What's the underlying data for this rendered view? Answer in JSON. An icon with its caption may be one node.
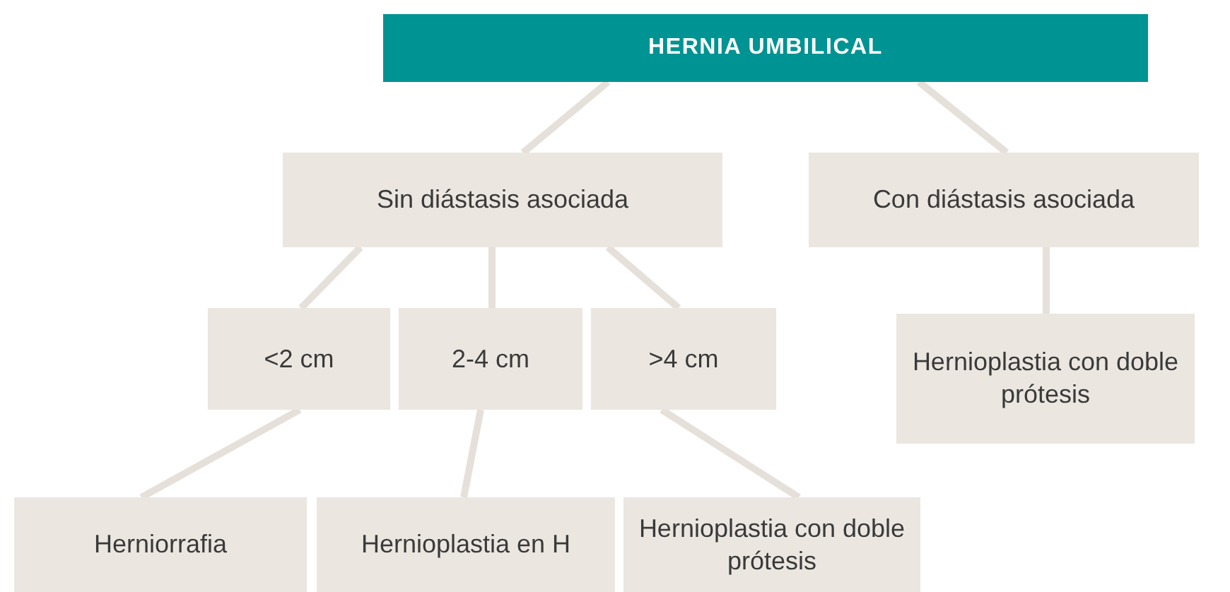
{
  "diagram": {
    "nodes": [
      {
        "text": [
          "HERNIA UMBILICAL"
        ]
      },
      {
        "text": [
          "Sin diástasis asociada"
        ]
      },
      {
        "text": [
          "Con diástasis asociada"
        ]
      },
      {
        "text": [
          "<2 cm"
        ]
      },
      {
        "text": [
          "2-4 cm"
        ]
      },
      {
        "text": [
          ">4 cm"
        ]
      },
      {
        "text": [
          "Hernioplastia con doble prótesis"
        ]
      },
      {
        "text": [
          "Herniorrafia"
        ]
      },
      {
        "text": [
          "Hernioplastia en H"
        ]
      },
      {
        "text": [
          "Hernioplastia con doble prótesis"
        ]
      }
    ],
    "edges": [
      {
        "from": 0,
        "to": 1,
        "arrow": "none"
      },
      {
        "from": 0,
        "to": 2,
        "arrow": "none"
      },
      {
        "from": 1,
        "to": 3,
        "arrow": "none"
      },
      {
        "from": 1,
        "to": 4,
        "arrow": "none"
      },
      {
        "from": 1,
        "to": 5,
        "arrow": "none"
      },
      {
        "from": 2,
        "to": 6,
        "arrow": "none"
      },
      {
        "from": 3,
        "to": 7,
        "arrow": "none"
      },
      {
        "from": 4,
        "to": 8,
        "arrow": "none"
      },
      {
        "from": 5,
        "to": 9,
        "arrow": "none"
      }
    ]
  }
}
